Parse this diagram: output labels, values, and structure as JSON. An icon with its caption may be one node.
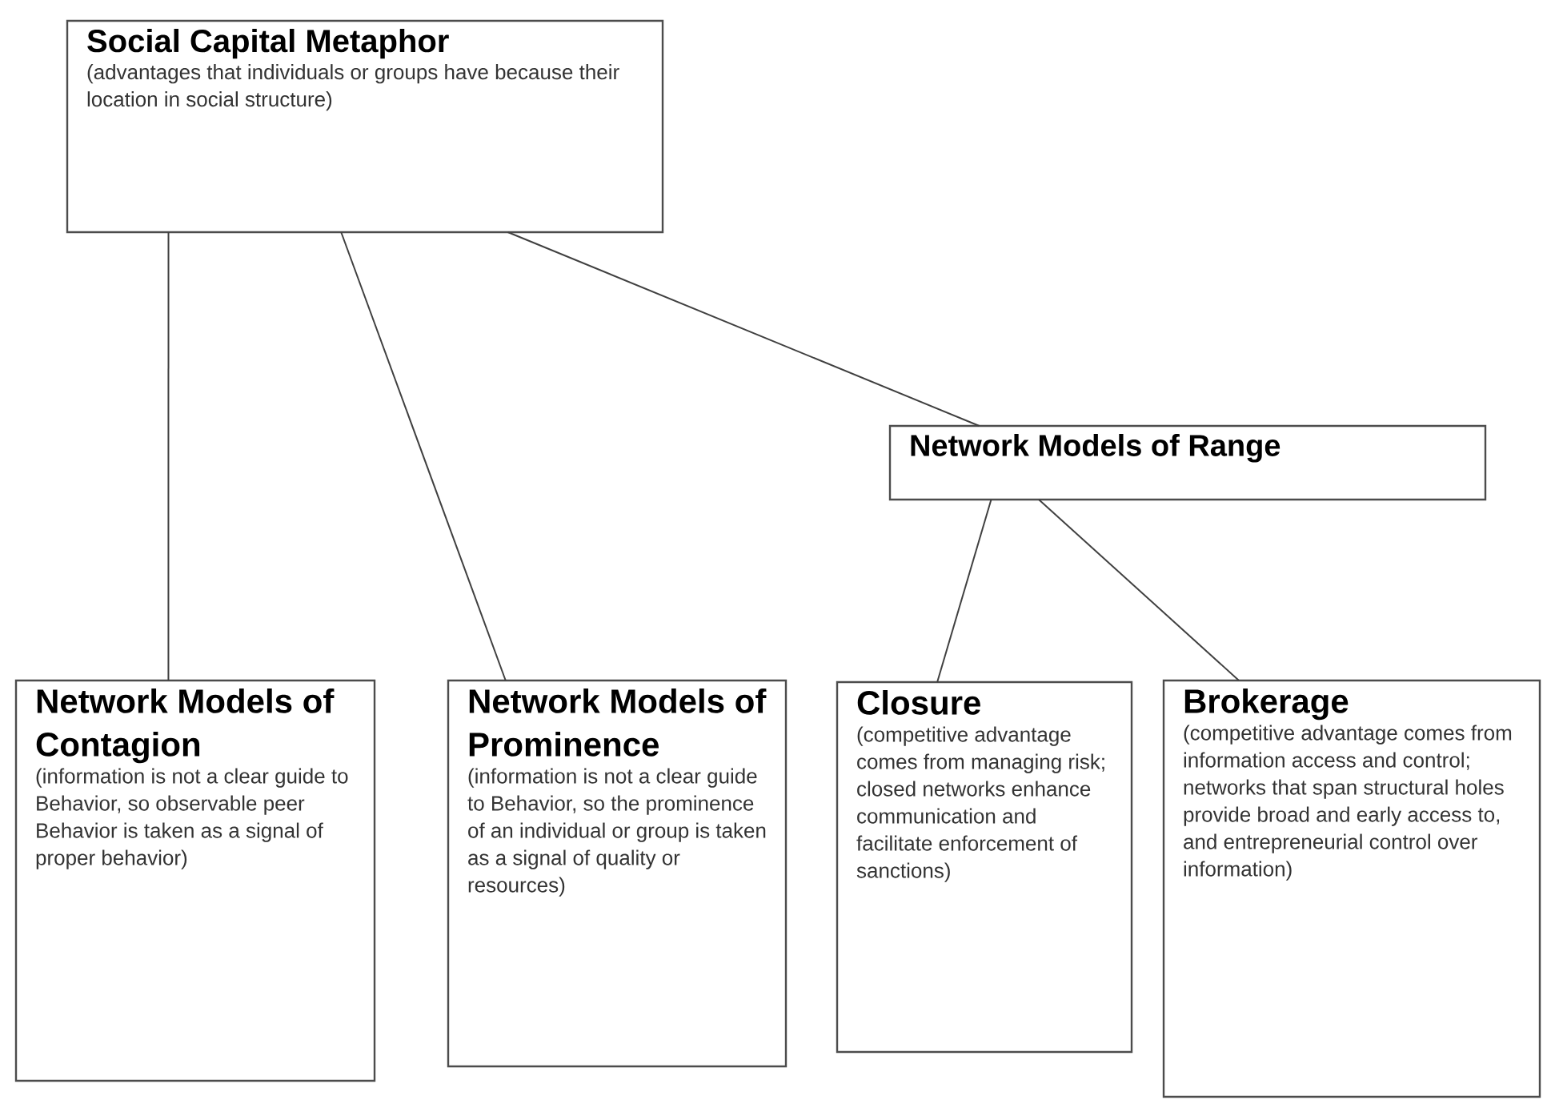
{
  "diagram": {
    "nodes": [
      {
        "text": [
          "Social Capital Metaphor",
          "(advantages that individuals or groups have because their location in social structure)"
        ]
      },
      {
        "text": [
          "Network Models of Range"
        ]
      },
      {
        "text": [
          "Network Models of Contagion",
          "(information is not a clear guide to Behavior, so observable peer Behavior is taken as a signal of proper behavior)"
        ]
      },
      {
        "text": [
          "Network Models of Prominence",
          "(information is not a clear guide to Behavior, so the prominence of an individual or group is taken as a signal of quality or resources)"
        ]
      },
      {
        "text": [
          "Closure",
          "(competitive advantage comes from managing risk; closed networks enhance communication and facilitate enforcement of sanctions)"
        ]
      },
      {
        "text": [
          "Brokerage",
          "(competitive advantage comes from information access and control; networks that span structural holes provide broad and early access to, and entrepreneurial control over information)"
        ]
      }
    ],
    "edges": [
      {
        "from": 0,
        "to": 2,
        "arrow": "none"
      },
      {
        "from": 0,
        "to": 3,
        "arrow": "none"
      },
      {
        "from": 0,
        "to": 1,
        "arrow": "none"
      },
      {
        "from": 1,
        "to": 4,
        "arrow": "none"
      },
      {
        "from": 1,
        "to": 5,
        "arrow": "none"
      }
    ]
  }
}
